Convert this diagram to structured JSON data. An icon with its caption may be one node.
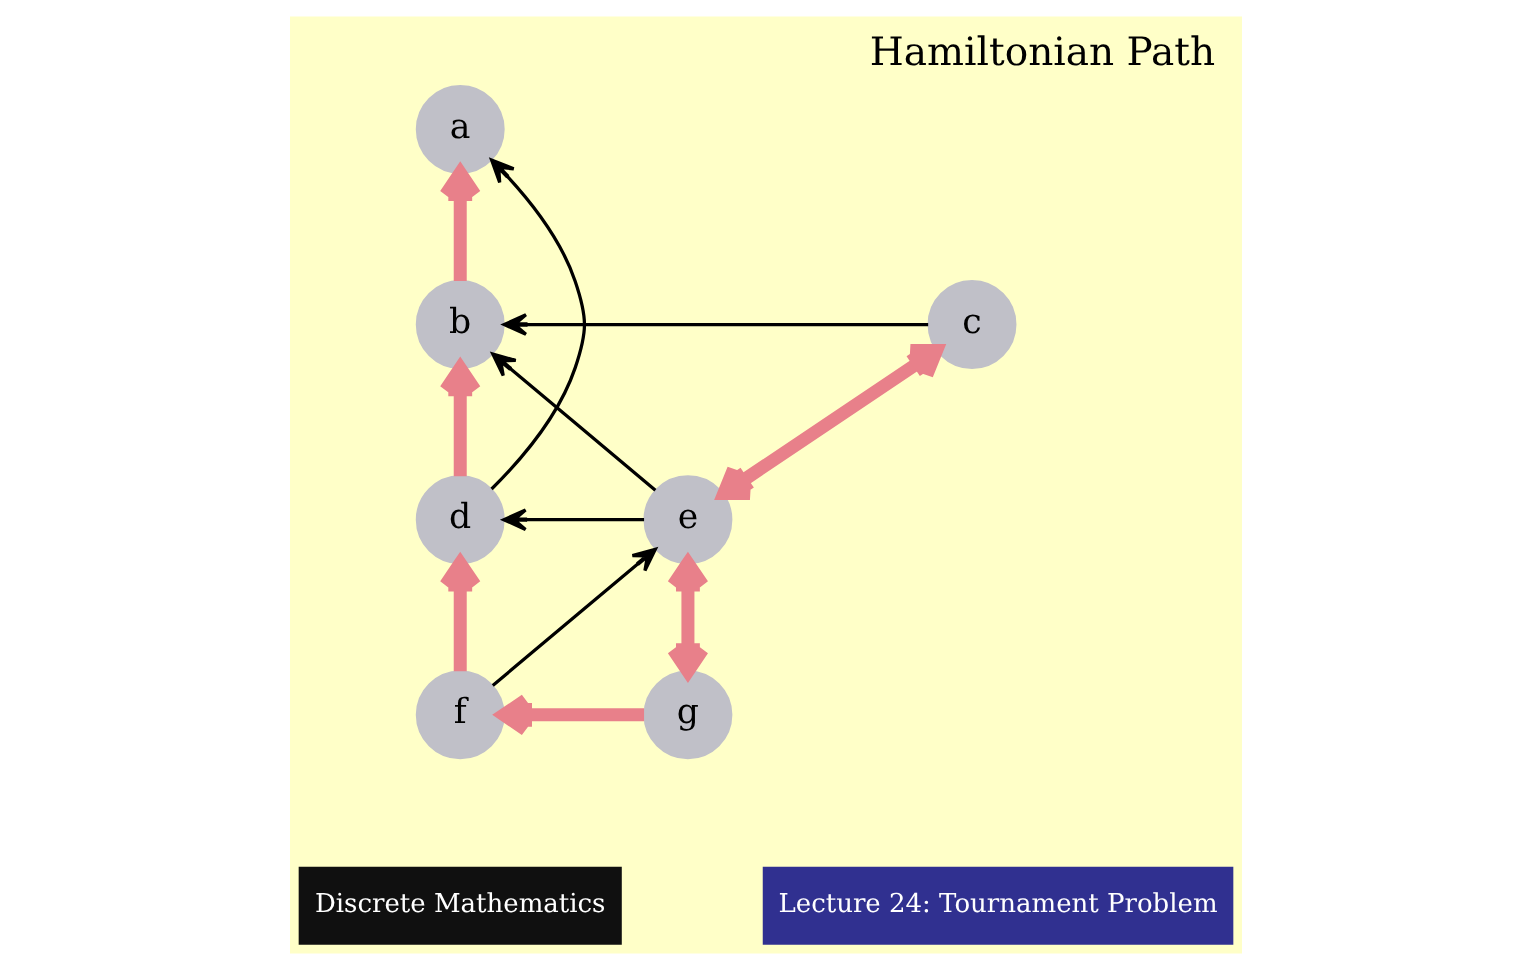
{
  "diagram": {
    "title": "Hamiltonian Path",
    "nodes": [
      {
        "text": [
          "a"
        ]
      },
      {
        "text": [
          "b"
        ]
      },
      {
        "text": [
          "c"
        ]
      },
      {
        "text": [
          "d"
        ]
      },
      {
        "text": [
          "e"
        ]
      },
      {
        "text": [
          "f"
        ]
      },
      {
        "text": [
          "g"
        ]
      }
    ],
    "edges": [
      {
        "from": 1,
        "to": 0,
        "arrow": "to"
      },
      {
        "from": 3,
        "to": 0,
        "arrow": "to",
        "color": "#000000"
      },
      {
        "from": 2,
        "to": 1,
        "arrow": "to",
        "color": "#000000"
      },
      {
        "from": 3,
        "to": 1,
        "arrow": "to"
      },
      {
        "from": 4,
        "to": 1,
        "arrow": "to",
        "color": "#000000"
      },
      {
        "from": 4,
        "to": 3,
        "arrow": "to",
        "color": "#000000"
      },
      {
        "from": 5,
        "to": 3,
        "arrow": "to"
      },
      {
        "from": 5,
        "to": 4,
        "arrow": "to",
        "color": "#000000"
      },
      {
        "from": 2,
        "to": 4,
        "arrow": "both"
      },
      {
        "from": 4,
        "to": 6,
        "arrow": "both"
      },
      {
        "from": 6,
        "to": 5,
        "arrow": "to"
      }
    ],
    "labels": [
      "Discrete Mathematics",
      "Lecture 24: Tournament Problem"
    ]
  }
}
